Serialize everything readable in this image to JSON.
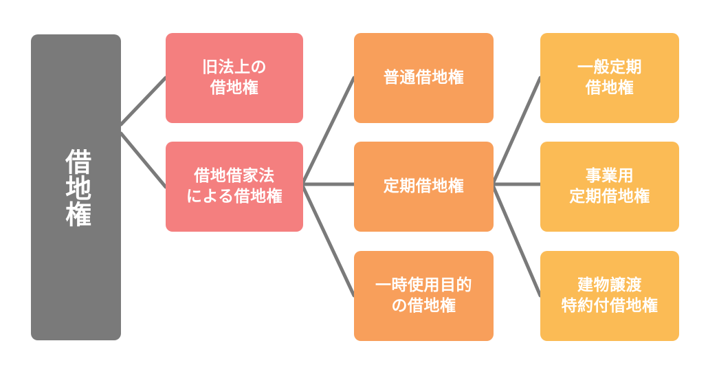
{
  "root": {
    "label": "借地権"
  },
  "level1": {
    "kyuho": {
      "line1": "旧法上の",
      "line2": "借地権"
    },
    "shakuchi": {
      "line1": "借地借家法",
      "line2": "による借地権"
    }
  },
  "level2": {
    "futsu": {
      "label": "普通借地権"
    },
    "teiki": {
      "label": "定期借地権"
    },
    "ichiji": {
      "line1": "一時使用目的",
      "line2": "の借地権"
    }
  },
  "level3": {
    "ippan": {
      "line1": "一般定期",
      "line2": "借地権"
    },
    "jigyo": {
      "line1": "事業用",
      "line2": "定期借地権"
    },
    "tatemono": {
      "line1": "建物譲渡",
      "line2": "特約付借地権"
    }
  },
  "colors": {
    "root": "#7a7a7a",
    "level1": "#f47f7f",
    "level2": "#f89f5b",
    "level3": "#fbbb55",
    "connector": "#7a7a7a",
    "text": "#ffffff"
  }
}
